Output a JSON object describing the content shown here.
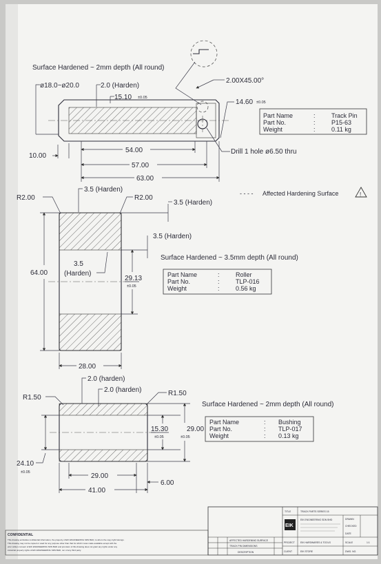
{
  "track_pin": {
    "note": "Surface Hardened ~ 2mm depth (All round)",
    "dia": "ø18.0~ø20.0",
    "harden": "2.0 (Harden)",
    "d15_10": "15.10",
    "tol_a": "±0.05",
    "chamfer": "2.00X45.00°",
    "d14_60": "14.60",
    "tol_b": "±0.05",
    "d10": "10.00",
    "d54": "54.00",
    "d57": "57.00",
    "d63": "63.00",
    "drill": "Drill 1 hole ø6.50 thru",
    "part_name_label": "Part Name",
    "part_no_label": "Part No.",
    "weight_label": "Weight",
    "sep": ":",
    "part_name": "Track Pin",
    "part_no": "P15-63",
    "weight": "0.11 kg"
  },
  "legend": {
    "symbol": "- - - -",
    "text": "Affected Hardening Surface",
    "warn": "!"
  },
  "roller": {
    "r_left": "R2.00",
    "r_right": "R2.00",
    "h1": "3.5 (Harden)",
    "h2": "3.5 (Harden)",
    "h3": "3.5 (Harden)",
    "h4_a": "3.5",
    "h4_b": "(Harden)",
    "d64": "64.00",
    "d29_13": "29.13",
    "tol": "±0.05",
    "d28": "28.00",
    "note": "Surface Hardened ~ 3.5mm depth (All round)",
    "part_name_label": "Part Name",
    "part_no_label": "Part No.",
    "weight_label": "Weight",
    "sep": ":",
    "part_name": "Roller",
    "part_no": "TLP-016",
    "weight": "0.56 kg"
  },
  "bushing": {
    "h1": "2.0 (harden)",
    "h2": "2.0 (harden)",
    "r_left": "R1.50",
    "r_right": "R1.50",
    "d15_30": "15.30",
    "d29_00v": "29.00",
    "tol1": "±0.05",
    "tol2": "±0.05",
    "d24_10": "24.10",
    "tol3": "±0.05",
    "d29_00": "29.00",
    "d41": "41.00",
    "d6": "6.00",
    "note": "Surface Hardened ~ 2mm depth (All round)",
    "part_name_label": "Part Name",
    "part_no_label": "Part No.",
    "weight_label": "Weight",
    "sep": ":",
    "part_name": "Bushing",
    "part_no": "TLP-017",
    "weight": "0.13 kg"
  },
  "title_block": {
    "title_label": "TITLE",
    "title_value": "TRACK PARTS SERIES 15",
    "logo": "EIK",
    "company": "EIK ENGINEERING SDN BHD",
    "project_label": "PROJECT",
    "project_value": "EIK HARDWARES & TOOLS",
    "client_label": "CLIENT",
    "client_value": "EIK STORE",
    "scale_label": "SCALE",
    "scale_value": "1:1",
    "dwg_label": "DWG. NO.",
    "drawn": "DRAWN",
    "checked": "CHECKED",
    "date": "DATE",
    "desc_label": "DESCRIPTION",
    "rev_row1": "AFFECTED HARDENING SURFACE",
    "rev_row2": "TRACK PIN DIMENSIONS"
  },
  "confidential": {
    "heading": "CONFIDENTIAL",
    "line1": "This drawing embodies confidential information, the property of EIK ENGINEERING SDN BHD, to whom the copy right belongs.",
    "line2": "This drawing may not be copied or used for any purpose other than that for which it was made available except with the",
    "line3": "prior written consent of EIK ENGINEERING SDN BHD and provision of this drawing does not grant any rights under any",
    "line4": "industrial property rights of EIK ENGINEERING SDN BHD, nor of any third party."
  }
}
